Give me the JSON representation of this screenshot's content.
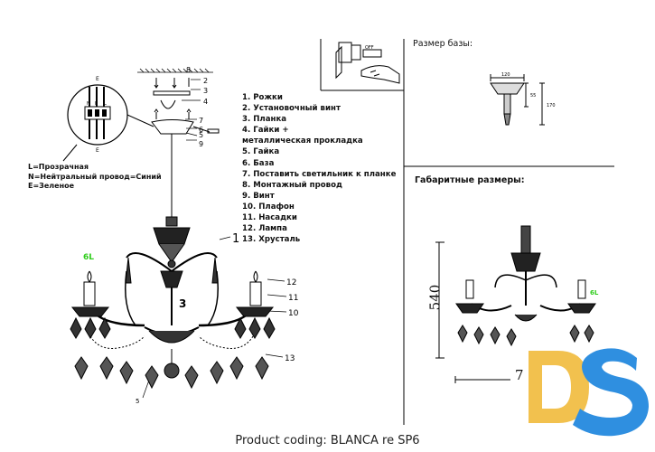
{
  "parts": [
    "1. Рожки",
    "2. Установочный винт",
    "3. Планка",
    "4. Гайки +",
    "металлическая прокладка",
    "5. Гайка",
    "6. База",
    "7. Поставить светильник к планке",
    "8. Монтажный провод",
    "9. Винт",
    "10. Плафон",
    "11. Насадки",
    "12. Лампа",
    "13. Хрусталь"
  ],
  "wiring_legend": [
    "L=Прозрачная",
    "N=Нейтральный провод=Синий",
    "E=Зеленое"
  ],
  "base_size_title": "Размер базы:",
  "dimensions_title": "Габаритные размеры:",
  "product_coding": "Product coding: BLANCA re SP6",
  "callouts": {
    "c1": "1",
    "c2": "2",
    "c3": "3",
    "c4": "4",
    "c5": "5",
    "c6": "6",
    "c7": "7",
    "c8": "8",
    "c9": "9",
    "c10": "10",
    "c11": "11",
    "c12": "12",
    "c13": "13",
    "arm3": "3",
    "bottom5": "5"
  },
  "wiring_block": {
    "top_e": "E",
    "bottom_e": "E",
    "term_n": "N",
    "term_l": "L",
    "term_e": "E"
  },
  "base_dims": {
    "width": "120",
    "height_inner": "55",
    "height_total": "170"
  },
  "overall_dims": {
    "height": "540",
    "width": "7"
  },
  "lamp_labels": {
    "left": "6L",
    "right": "6L"
  },
  "switch_label": "OFF",
  "logo": {
    "letters": "DS",
    "yellow": "#f2c14e",
    "blue": "#2f8fe0"
  },
  "label_color": "#2ecc1a"
}
